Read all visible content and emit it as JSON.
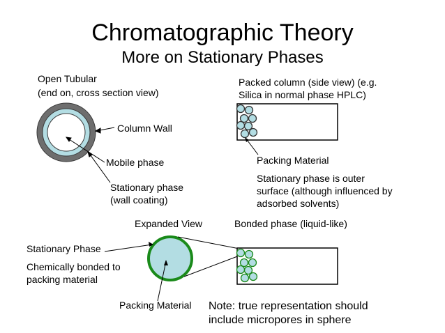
{
  "title": "Chromatographic Theory",
  "subtitle": "More on Stationary Phases",
  "open_tubular": {
    "heading_line1": "Open Tubular",
    "heading_line2": "(end on, cross section view)",
    "column_wall": "Column Wall",
    "mobile_phase": "Mobile phase",
    "stationary_line1": "Stationary phase",
    "stationary_line2": "(wall coating)"
  },
  "packed": {
    "heading_line1": "Packed column (side view) (e.g.",
    "heading_line2": "Silica in normal phase HPLC)",
    "packing_material": "Packing Material",
    "desc_line1": "Stationary phase is outer",
    "desc_line2": "surface (although influenced by",
    "desc_line3": "adsorbed solvents)"
  },
  "bonded": {
    "expanded_view": "Expanded View",
    "heading": "Bonded phase (liquid-like)",
    "stationary_phase": "Stationary Phase",
    "chem_line1": "Chemically bonded to",
    "chem_line2": "packing material",
    "packing_material": "Packing Material",
    "note_line1": "Note: true representation should",
    "note_line2": "include micropores in sphere"
  },
  "colors": {
    "wall": "#6e6e6e",
    "stationary": "#b3dde3",
    "green": "#1a8a1a",
    "particle": "#b3dde3"
  }
}
